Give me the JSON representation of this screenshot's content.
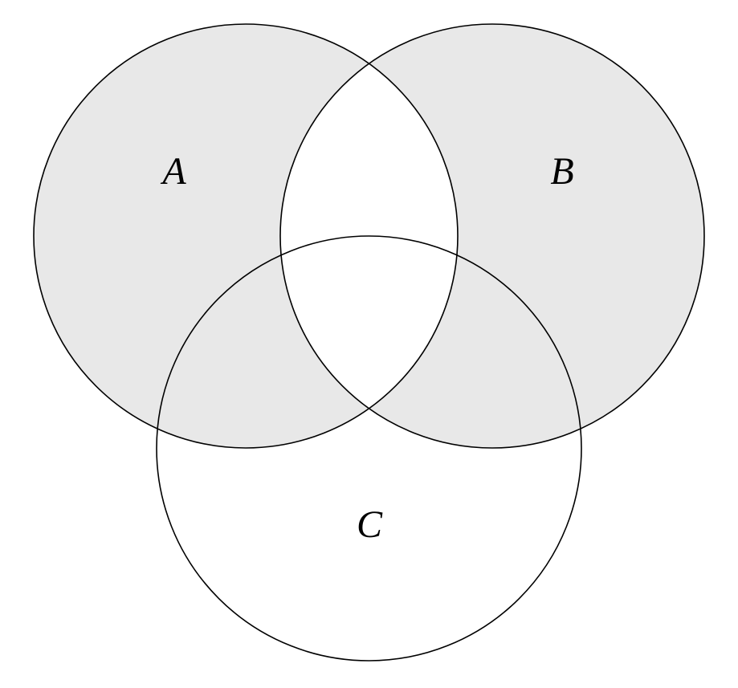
{
  "diagram": {
    "type": "venn-diagram",
    "sets": [
      {
        "label": "A"
      },
      {
        "label": "B"
      },
      {
        "label": "C"
      }
    ],
    "shade_color": "#e8e8e8",
    "background_color": "#ffffff",
    "outline_color": "#000000",
    "shaded_region": "symmetric difference of A and B (A or B but not both); all of C outside that is unshaded"
  }
}
